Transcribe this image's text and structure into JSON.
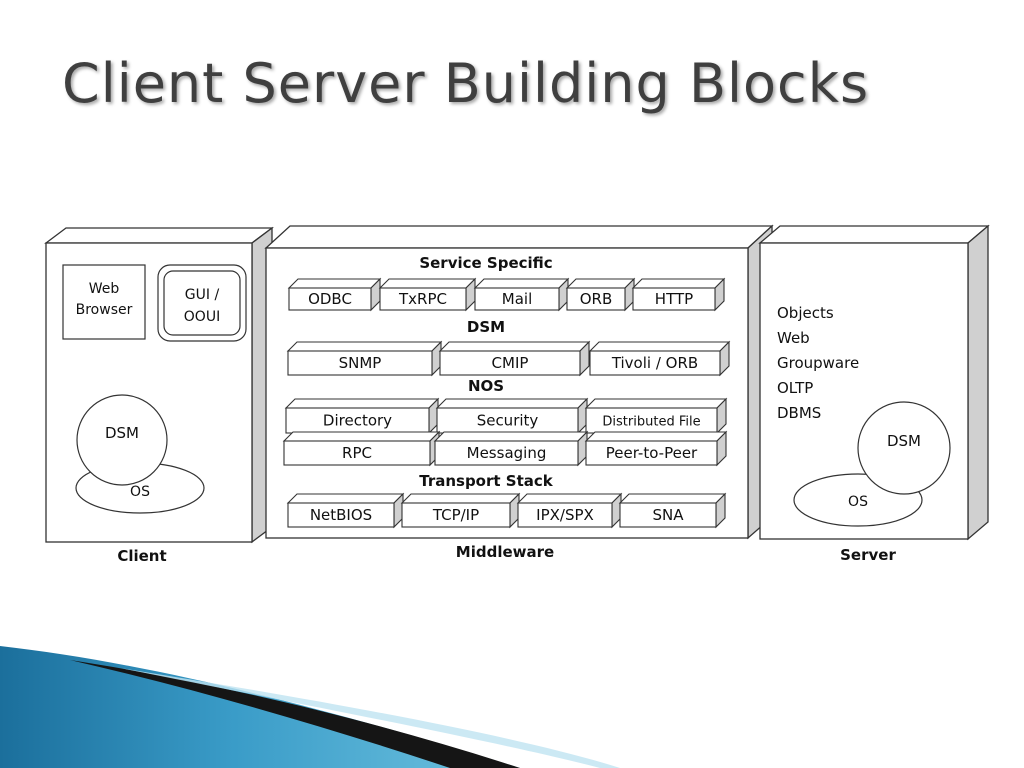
{
  "title": "Client Server Building Blocks",
  "client": {
    "caption": "Client",
    "web_browser": [
      "Web",
      "Browser"
    ],
    "gui": [
      "GUI /",
      "OOUI"
    ],
    "dsm": "DSM",
    "os": "OS"
  },
  "middleware": {
    "caption": "Middleware",
    "service_specific": {
      "heading": "Service Specific",
      "blocks": [
        "ODBC",
        "TxRPC",
        "Mail",
        "ORB",
        "HTTP"
      ]
    },
    "dsm": {
      "heading": "DSM",
      "blocks": [
        "SNMP",
        "CMIP",
        "Tivoli / ORB"
      ]
    },
    "nos": {
      "heading": "NOS",
      "row1": [
        "Directory",
        "Security",
        "Distributed File"
      ],
      "row2": [
        "RPC",
        "Messaging",
        "Peer-to-Peer"
      ]
    },
    "transport": {
      "heading": "Transport Stack",
      "blocks": [
        "NetBIOS",
        "TCP/IP",
        "IPX/SPX",
        "SNA"
      ]
    }
  },
  "server": {
    "caption": "Server",
    "services": [
      "Objects",
      "Web",
      "Groupware",
      "OLTP",
      "DBMS"
    ],
    "dsm": "DSM",
    "os": "OS"
  },
  "colors": {
    "title": "#3f3f3f",
    "line": "#333333",
    "side_face": "#d0d0d0",
    "swoosh_light": "#6fc3e0",
    "swoosh_dark": "#1b6f9c"
  }
}
